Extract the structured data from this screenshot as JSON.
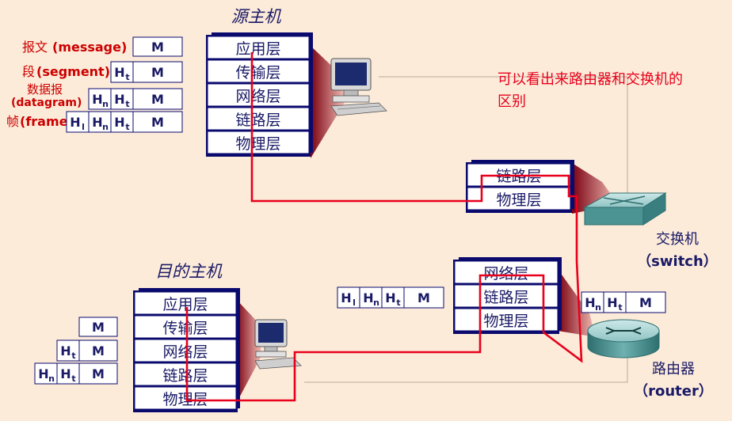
{
  "source_host": {
    "title": "源主机",
    "layers": [
      "应用层",
      "传输层",
      "网络层",
      "链路层",
      "物理层"
    ]
  },
  "dest_host": {
    "title": "目的主机",
    "layers": [
      "应用层",
      "传输层",
      "网络层",
      "链路层",
      "物理层"
    ]
  },
  "switch": {
    "layers": [
      "链路层",
      "物理层"
    ],
    "label_cn": "交换机",
    "label_en": "（switch）"
  },
  "router": {
    "layers": [
      "网络层",
      "链路层",
      "物理层"
    ],
    "label_cn": "路由器",
    "label_en": "（router）"
  },
  "pdu_labels": {
    "message": {
      "cn": "报文",
      "en": "(message)"
    },
    "segment": {
      "cn": "段",
      "en": "(segment)"
    },
    "datagram": {
      "cn": "数据报",
      "en": "(datagram)"
    },
    "frame": {
      "cn": "帧",
      "en": "(frame)"
    }
  },
  "headers": {
    "M": "M",
    "H": "H",
    "t": "t",
    "n": "n",
    "l": "l"
  },
  "note": {
    "line1": "可以看出来路由器和交换机的",
    "line2": "区别"
  },
  "colors": {
    "background": "#fcebd9",
    "label_red": "#cc0000",
    "path_red": "#e8001c",
    "stack_fill": "#ffffff",
    "stack_shadow": "#0a0a6e",
    "text_blue": "#1a1a66"
  }
}
